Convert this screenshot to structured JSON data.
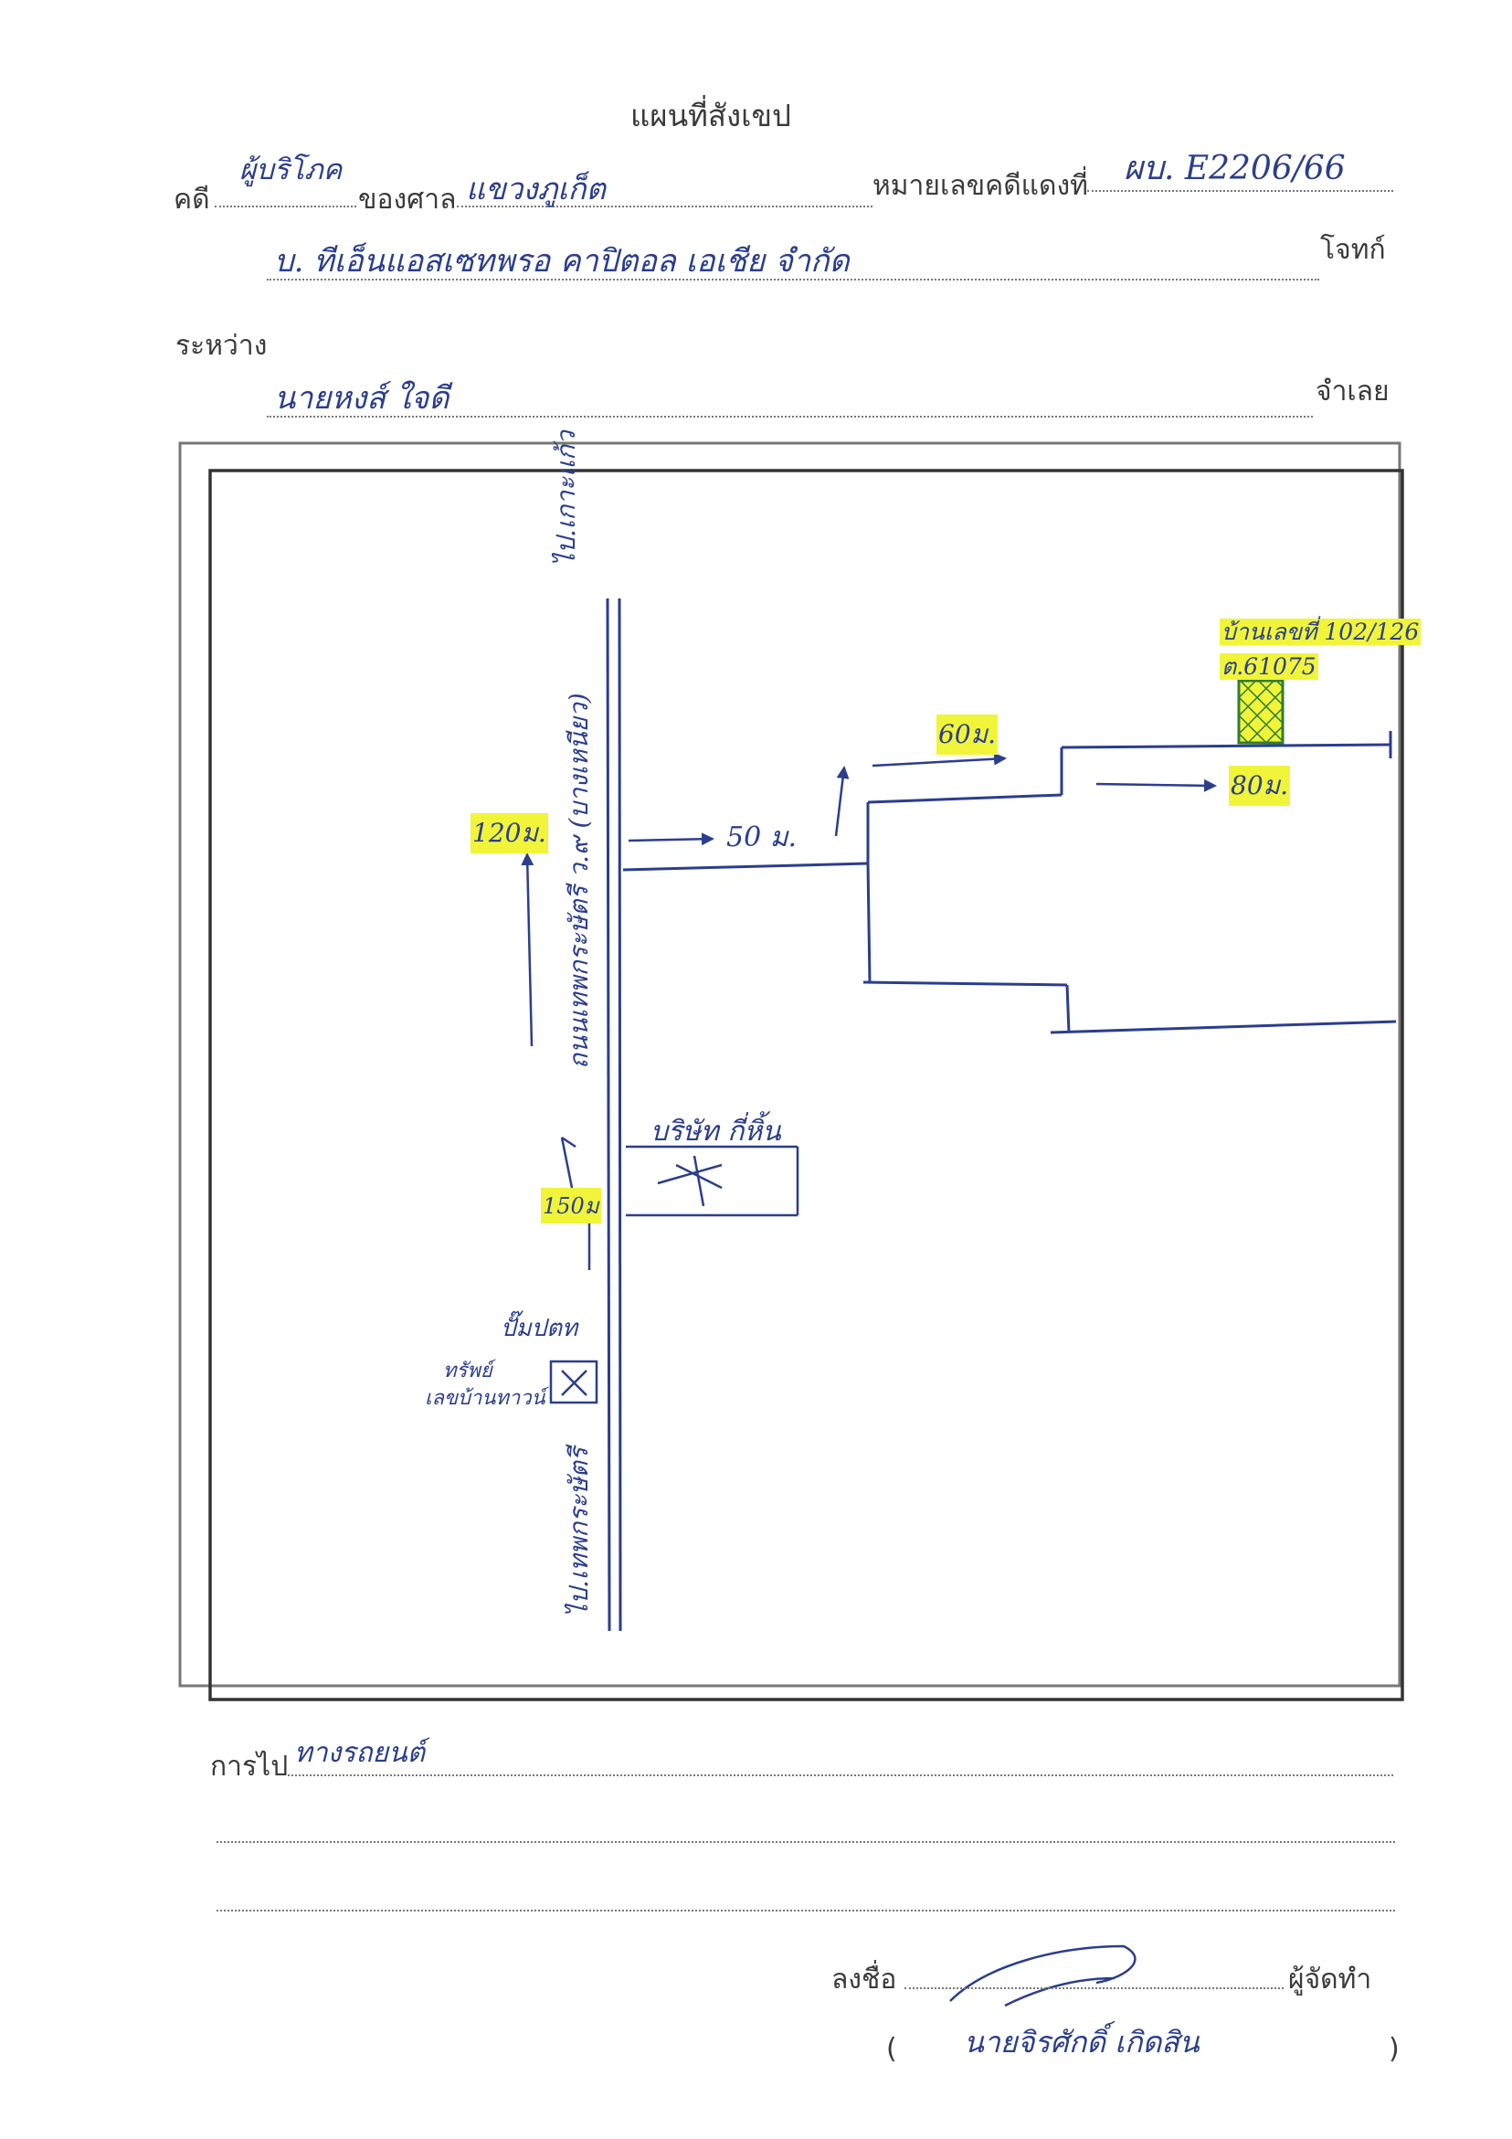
{
  "header": {
    "title": "แผนที่สังเขป",
    "case_label": "คดี",
    "case_type": "ผู้บริโภค",
    "court_label": "ของศาล",
    "court_name": "แขวงภูเก็ต",
    "red_case_label": "หมายเลขคดีแดงที่",
    "red_case_no": "ผบ. E2206/66",
    "plaintiff": "บ. ทีเอ็นแอสเซทพรอ คาปิตอล เอเชีย จำกัด",
    "plaintiff_label": "โจทก์",
    "between_label": "ระหว่าง",
    "defendant": "นายหงส์ ใจดี",
    "defendant_label": "จำเลย"
  },
  "map": {
    "road_label_top": "ไป.เกาะแก้ว",
    "road_name": "ถนนเทพกระษัตรี ว.๙ (บางเหนียว)",
    "road_label_bottom": "ไป.เทพกระษัตรี",
    "dist_120": "120ม.",
    "dist_50": "50 ม.",
    "dist_60": "60ม.",
    "dist_80": "80ม.",
    "dist_150": "150ม",
    "house_line1": "บ้านเลขที่ 102/126",
    "house_line2": "ต.61075",
    "company_label": "บริษัท กี่หิ้น",
    "gas_station": "ปั๊มปตท",
    "parcel_label_1": "ทรัพย์",
    "parcel_label_2": "เลขบ้านทาวน์"
  },
  "footer": {
    "directions_label": "การไป",
    "directions": "ทางรถยนต์",
    "sign_label": "ลงชื่อ",
    "preparer_label": "ผู้จัดทำ",
    "open_paren": "(",
    "name": "นายจิรศักดิ์ เกิดสิน",
    "close_paren": ")"
  },
  "colors": {
    "ink": "#2b3e8c",
    "highlight": "#f1f53a",
    "hatch": "#2f7d32",
    "frame": "#333333"
  }
}
